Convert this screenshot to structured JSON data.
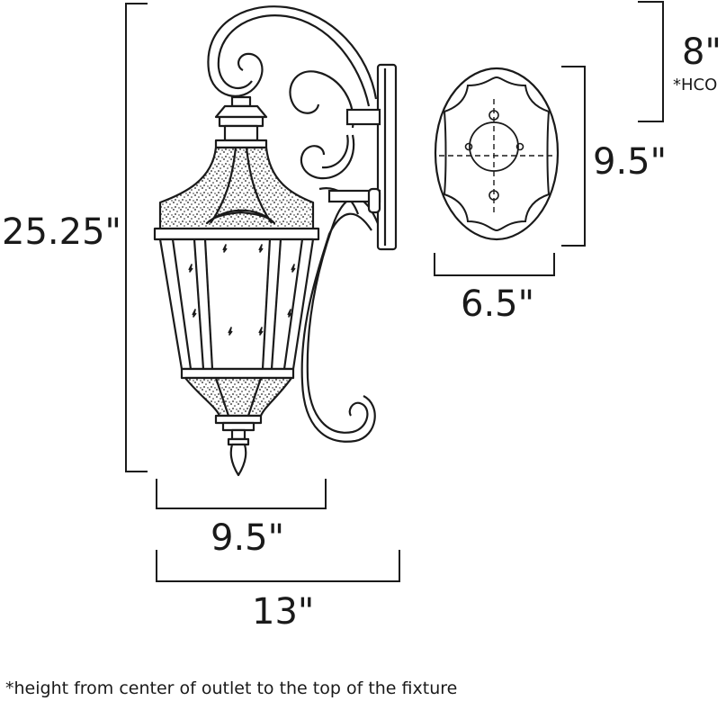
{
  "dimensions": {
    "height": "25.25\"",
    "width_body": "9.5\"",
    "depth": "13\"",
    "hco": "8\"",
    "hco_mark": "*HCO",
    "plate_height": "9.5\"",
    "plate_width": "6.5\""
  },
  "footnote": "*height from center of outlet to the top of the fixture",
  "colors": {
    "line": "#1a1a1a",
    "background": "#ffffff"
  }
}
